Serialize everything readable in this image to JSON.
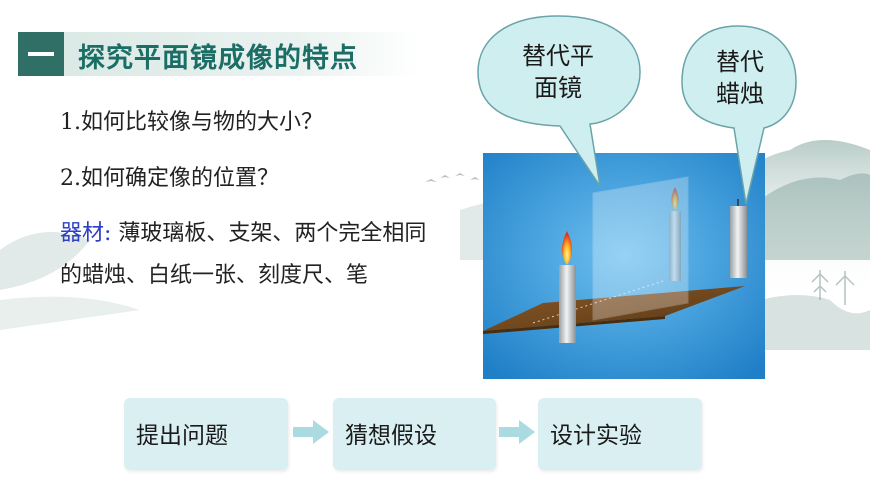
{
  "title": "探究平面镜成像的特点",
  "questions": [
    "1.如何比较像与物的大小？",
    "2.如何确定像的位置？"
  ],
  "materials": {
    "label": "器材:",
    "text": " 薄玻璃板、支架、两个完全相同的蜡烛、白纸一张、刻度尺、笔"
  },
  "callouts": {
    "mirror": [
      "替代平",
      "面镜"
    ],
    "candle": [
      "替代",
      "蜡烛"
    ]
  },
  "steps": [
    "提出问题",
    "猜想假设",
    "设计实验"
  ],
  "colors": {
    "title": "#1b6e66",
    "accent_bar": "#2f6f66",
    "materials_label": "#2d3fc2",
    "step_bg": "#daeff2",
    "arrow": "#a9dbe0",
    "bubble": "#cfeef0",
    "photo_bg": "#1f7fc7"
  }
}
